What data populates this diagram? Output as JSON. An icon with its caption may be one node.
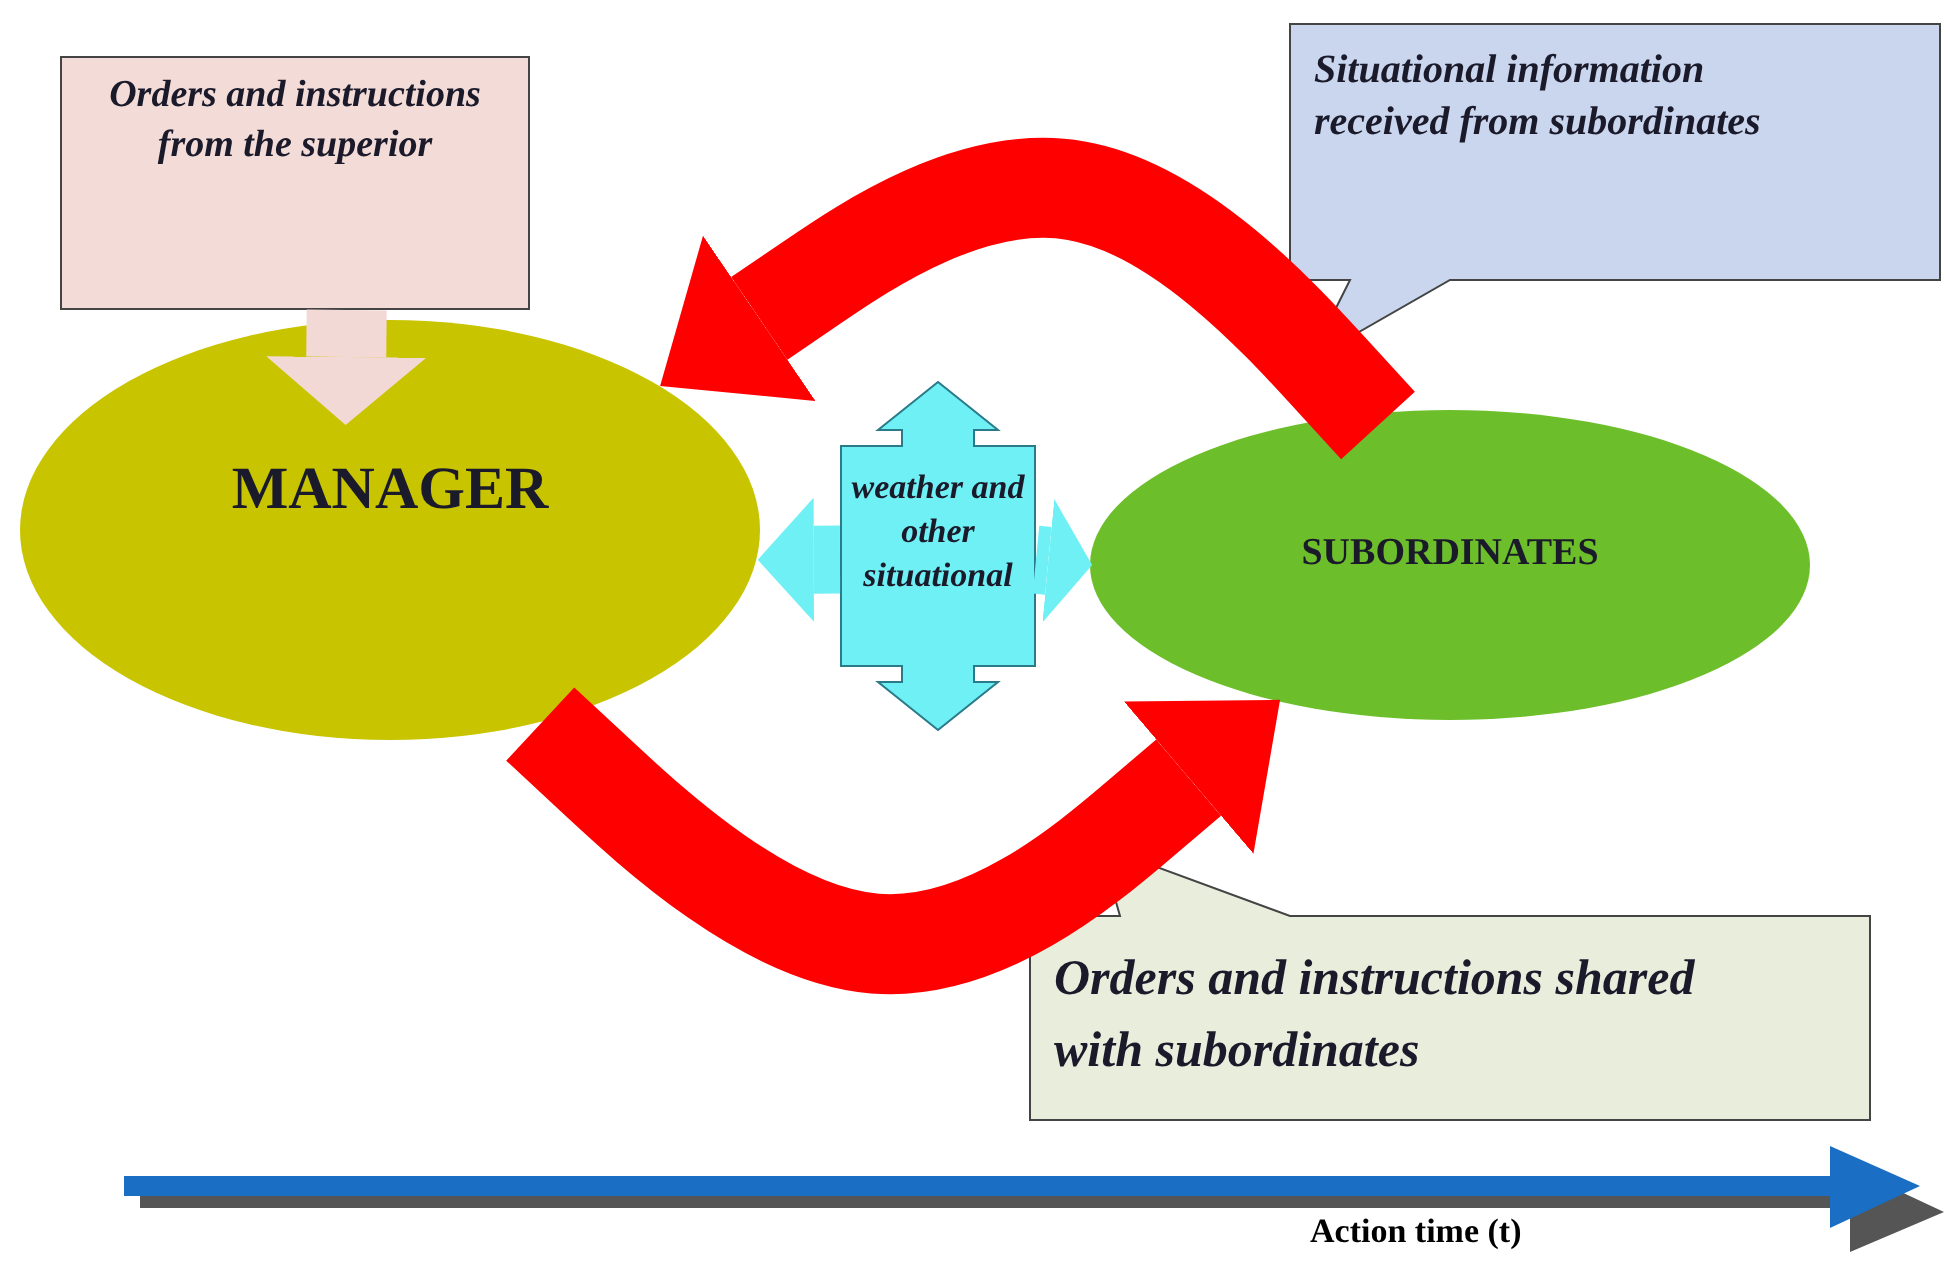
{
  "diagram": {
    "nodes": [
      {
        "text": [
          "MANAGER"
        ]
      },
      {
        "text": [
          "SUBORDINATES"
        ]
      },
      {
        "text": [
          "Orders and instructions from the superior"
        ]
      },
      {
        "text": [
          "weather and other situational"
        ]
      },
      {
        "text": [
          "Situational information received from subordinates"
        ]
      },
      {
        "text": [
          "Orders and instructions shared with subordinates"
        ]
      }
    ],
    "edges": [
      {
        "from": 2,
        "to": 0,
        "arrow": "to",
        "color": "#f3d9d5"
      },
      {
        "from": 1,
        "to": 0,
        "arrow": "to",
        "color": "#ff0000"
      },
      {
        "from": 0,
        "to": 1,
        "arrow": "to",
        "color": "#ff0000"
      },
      {
        "from": 3,
        "to": 0,
        "arrow": "to",
        "color": "#6ff0f5"
      },
      {
        "from": 3,
        "to": 1,
        "arrow": "to",
        "color": "#6ff0f5"
      }
    ],
    "labels": [
      "Action time (t)"
    ]
  }
}
